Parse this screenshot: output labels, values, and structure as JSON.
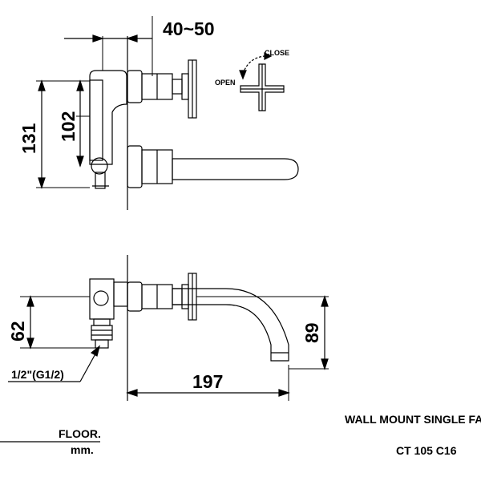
{
  "dimensions": {
    "top_width": "40~50",
    "height_131": "131",
    "height_102": "102",
    "height_62": "62",
    "height_89": "89",
    "spout_length": "197"
  },
  "handle_labels": {
    "close": "CLOSE",
    "open": "OPEN"
  },
  "connection": {
    "label": "1/2\"(G1/2)"
  },
  "floor": {
    "label": "FLOOR.",
    "unit": "mm."
  },
  "product": {
    "name": "WALL MOUNT SINGLE FAUC",
    "code": "CT 105 C16"
  }
}
